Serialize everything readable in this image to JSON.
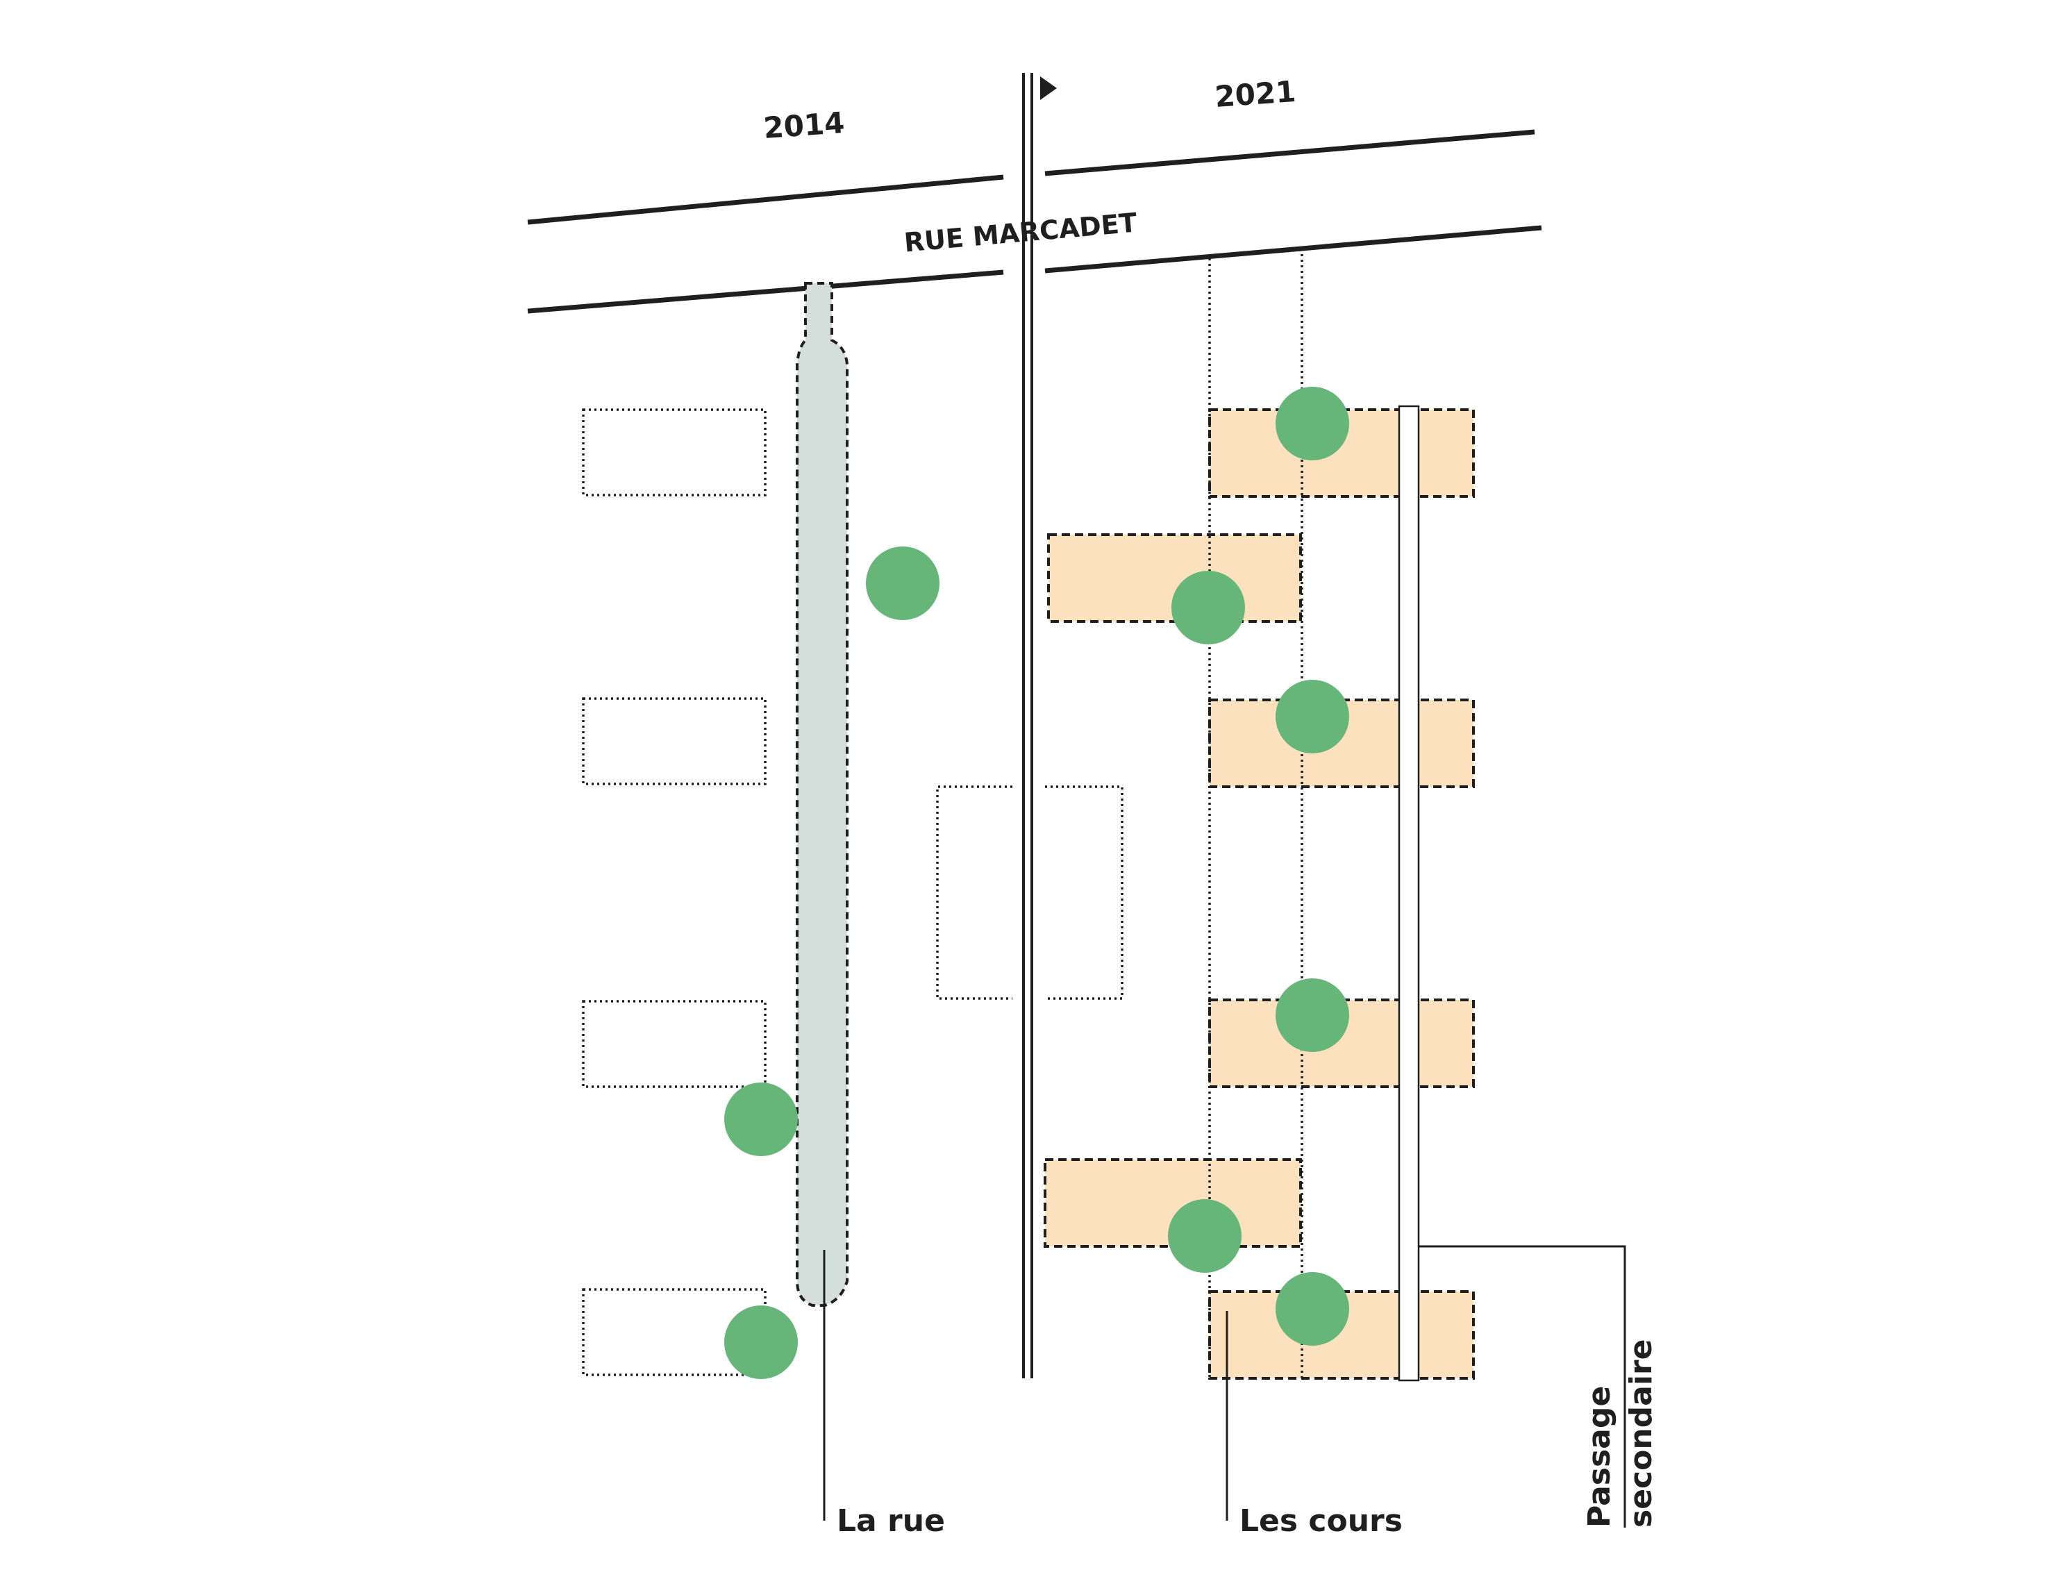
{
  "labels": {
    "year_before": "2014",
    "year_after": "2021",
    "street": "RUE MARCADET",
    "la_rue": "La rue",
    "les_cours": "Les cours",
    "passage_line1": "Passage",
    "passage_line2": "secondaire"
  },
  "colors": {
    "ink": "#1f1f1f",
    "tree": "#66b579",
    "courtyard": "#fbe1bd",
    "street_fill": "#d4dedb",
    "background": "#ffffff"
  },
  "legend_items": [
    {
      "key": "la_rue",
      "meaning": "La rue"
    },
    {
      "key": "les_cours",
      "meaning": "Les cours"
    },
    {
      "key": "passage",
      "meaning": "Passage secondaire"
    }
  ]
}
